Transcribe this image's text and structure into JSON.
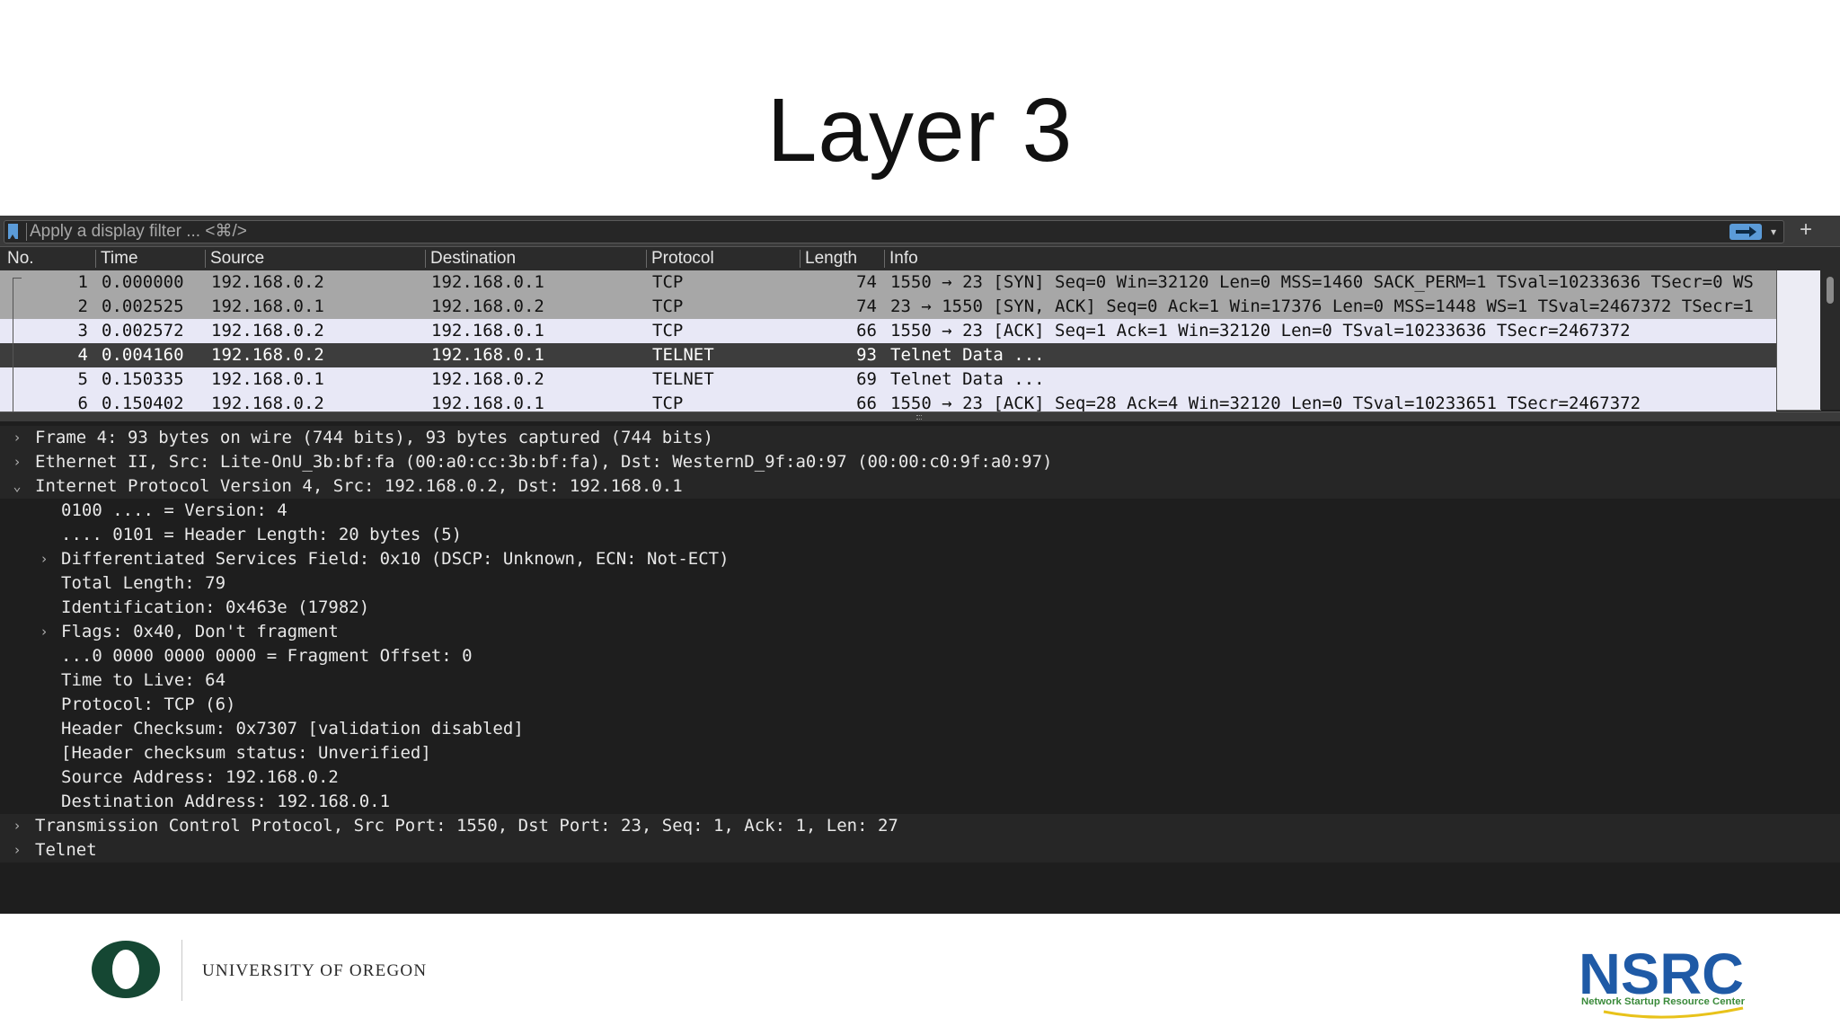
{
  "slide": {
    "title": "Layer 3"
  },
  "filter": {
    "placeholder": "Apply a display filter ... <⌘/>"
  },
  "columns": [
    "No.",
    "Time",
    "Source",
    "Destination",
    "Protocol",
    "Length",
    "Info"
  ],
  "packets": [
    {
      "no": "1",
      "time": "0.000000",
      "source": "192.168.0.2",
      "destination": "192.168.0.1",
      "protocol": "TCP",
      "length": "74",
      "info": "1550 → 23 [SYN] Seq=0 Win=32120 Len=0 MSS=1460 SACK_PERM=1 TSval=10233636 TSecr=0 WS"
    },
    {
      "no": "2",
      "time": "0.002525",
      "source": "192.168.0.1",
      "destination": "192.168.0.2",
      "protocol": "TCP",
      "length": "74",
      "info": "23 → 1550 [SYN, ACK] Seq=0 Ack=1 Win=17376 Len=0 MSS=1448 WS=1 TSval=2467372 TSecr=1"
    },
    {
      "no": "3",
      "time": "0.002572",
      "source": "192.168.0.2",
      "destination": "192.168.0.1",
      "protocol": "TCP",
      "length": "66",
      "info": "1550 → 23 [ACK] Seq=1 Ack=1 Win=32120 Len=0 TSval=10233636 TSecr=2467372"
    },
    {
      "no": "4",
      "time": "0.004160",
      "source": "192.168.0.2",
      "destination": "192.168.0.1",
      "protocol": "TELNET",
      "length": "93",
      "info": "Telnet Data ..."
    },
    {
      "no": "5",
      "time": "0.150335",
      "source": "192.168.0.1",
      "destination": "192.168.0.2",
      "protocol": "TELNET",
      "length": "69",
      "info": "Telnet Data ..."
    },
    {
      "no": "6",
      "time": "0.150402",
      "source": "192.168.0.2",
      "destination": "192.168.0.1",
      "protocol": "TCP",
      "length": "66",
      "info": "1550 → 23 [ACK] Seq=28 Ack=4 Win=32120 Len=0 TSval=10233651 TSecr=2467372"
    }
  ],
  "details": [
    {
      "text": "Frame 4: 93 bytes on wire (744 bits), 93 bytes captured (744 bits)",
      "arrow": "›"
    },
    {
      "text": "Ethernet II, Src: Lite-OnU_3b:bf:fa (00:a0:cc:3b:bf:fa), Dst: WesternD_9f:a0:97 (00:00:c0:9f:a0:97)",
      "arrow": "›"
    },
    {
      "text": "Internet Protocol Version 4, Src: 192.168.0.2, Dst: 192.168.0.1",
      "arrow": "⌄"
    },
    {
      "text": "0100 .... = Version: 4",
      "arrow": ""
    },
    {
      "text": ".... 0101 = Header Length: 20 bytes (5)",
      "arrow": ""
    },
    {
      "text": "Differentiated Services Field: 0x10 (DSCP: Unknown, ECN: Not-ECT)",
      "arrow": "›"
    },
    {
      "text": "Total Length: 79",
      "arrow": ""
    },
    {
      "text": "Identification: 0x463e (17982)",
      "arrow": ""
    },
    {
      "text": "Flags: 0x40, Don't fragment",
      "arrow": "›"
    },
    {
      "text": "...0 0000 0000 0000 = Fragment Offset: 0",
      "arrow": ""
    },
    {
      "text": "Time to Live: 64",
      "arrow": ""
    },
    {
      "text": "Protocol: TCP (6)",
      "arrow": ""
    },
    {
      "text": "Header Checksum: 0x7307 [validation disabled]",
      "arrow": ""
    },
    {
      "text": "[Header checksum status: Unverified]",
      "arrow": ""
    },
    {
      "text": "Source Address: 192.168.0.2",
      "arrow": ""
    },
    {
      "text": "Destination Address: 192.168.0.1",
      "arrow": ""
    },
    {
      "text": "Transmission Control Protocol, Src Port: 1550, Dst Port: 23, Seq: 1, Ack: 1, Len: 27",
      "arrow": "›"
    },
    {
      "text": "Telnet",
      "arrow": "›"
    }
  ],
  "footer": {
    "uo_name": "UNIVERSITY OF OREGON",
    "nsrc_name": "NSRC",
    "nsrc_tagline": "Network Startup Resource Center"
  },
  "colors": {
    "uo_green": "#154733",
    "nsrc_blue": "#1f5aa6",
    "nsrc_green": "#3a8a3a",
    "filter_accent": "#5b9bd8"
  }
}
